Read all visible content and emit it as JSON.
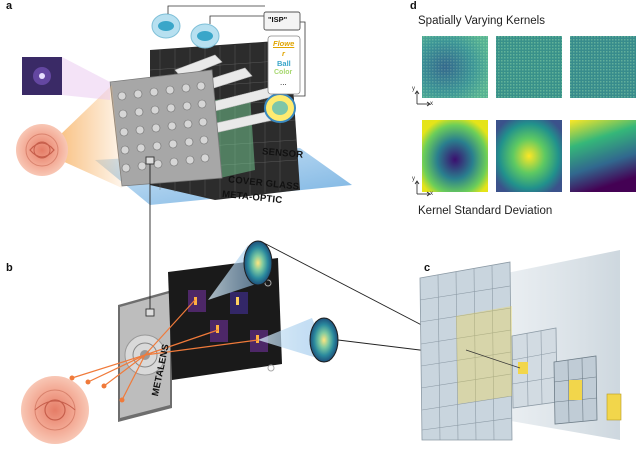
{
  "panels": {
    "a": "a",
    "b": "b",
    "c": "c",
    "d": "d"
  },
  "panel_a": {
    "isp_box": "\"ISP\"",
    "output_words": [
      "Flowe",
      "r",
      "Ball",
      "Color"
    ],
    "output_ellipsis": "...",
    "sensor": "SENSOR",
    "cover_glass": "COVER GLASS",
    "meta_optic": "META-OPTIC"
  },
  "panel_b": {
    "metalens": "METALENS"
  },
  "panel_d": {
    "title_top": "Spatially Varying Kernels",
    "title_bottom": "Kernel Standard Deviation",
    "axis_y": "y",
    "axis_x": "x",
    "colormap": "viridis",
    "colors": {
      "kernel_dark": "#1f6a5c",
      "kernel_light": "#7fd0a0",
      "viridis_low": "#440154",
      "viridis_mid": "#21918c",
      "viridis_high": "#fde725"
    }
  },
  "colors": {
    "sensor_blue": "#7fb6e6",
    "plate_gray": "#9a9a9a",
    "rose": "#f2a08a",
    "laser": "#f07a3a",
    "cnn_yellow": "#f2d64b"
  }
}
